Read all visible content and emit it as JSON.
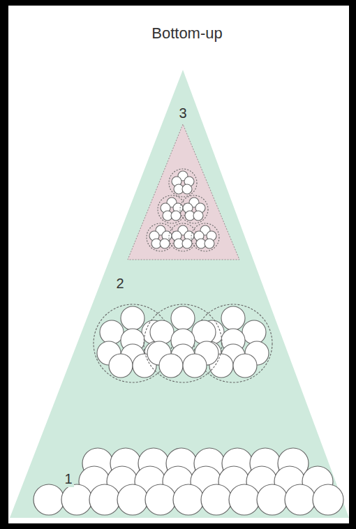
{
  "diagram": {
    "title": "Bottom-up",
    "labels": [
      "3",
      "2",
      "1"
    ]
  }
}
